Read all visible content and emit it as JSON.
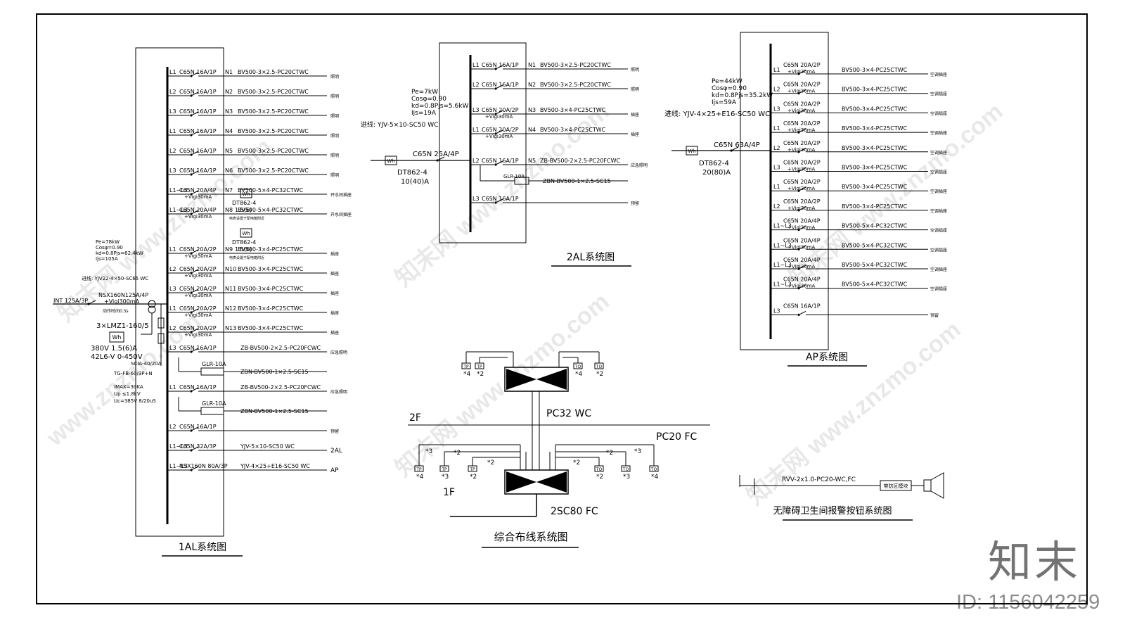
{
  "watermark": {
    "brand_cn": "知末网",
    "url": "www.znzmo.com"
  },
  "logo": {
    "brand": "知末",
    "id_label": "ID: 1156042259"
  },
  "panel_1al": {
    "title": "1AL系统图",
    "meta": {
      "pe": "Pe=78kW",
      "cos": "Cosφ=0.90",
      "kd": "kd=0.8Pjs=62.4kW",
      "ijs": "Ijs=105A",
      "feed": "进线: YJV22-4×50-SC65 WC"
    },
    "incoming": {
      "main": "INT 125A/3P",
      "breaker": "NSX160N125A/4P",
      "vigi": "+Vigi300mA",
      "delay": "动作时间0.5s",
      "ct": "3×LMZ1-160/5",
      "meter1": "380V 1.5(6)A",
      "meter2": "42L6-V 0-450V",
      "spd": "SCIA-40/20A",
      "spd2": "TG-FB-60/3P+N",
      "imax": "IMAX=30KA",
      "up": "Up ≤1.8kV",
      "uc": "Uc=385V 8/20uS",
      "wh": "Wh",
      "v": "V"
    },
    "circuits": [
      {
        "ph": "L1",
        "brk": "C65N 16A/1P",
        "vigi": "",
        "no": "N1",
        "cable": "BV500-3×2.5-PC20CTWC",
        "load": "照明"
      },
      {
        "ph": "L2",
        "brk": "C65N 16A/1P",
        "vigi": "",
        "no": "N2",
        "cable": "BV500-3×2.5-PC20CTWC",
        "load": "照明"
      },
      {
        "ph": "L3",
        "brk": "C65N 16A/1P",
        "vigi": "",
        "no": "N3",
        "cable": "BV500-3×2.5-PC20CTWC",
        "load": "照明"
      },
      {
        "ph": "L1",
        "brk": "C65N 16A/1P",
        "vigi": "",
        "no": "N4",
        "cable": "BV500-3×2.5-PC20CTWC",
        "load": "照明"
      },
      {
        "ph": "L2",
        "brk": "C65N 16A/1P",
        "vigi": "",
        "no": "N5",
        "cable": "BV500-3×2.5-PC20CTWC",
        "load": "照明"
      },
      {
        "ph": "L3",
        "brk": "C65N 16A/1P",
        "vigi": "",
        "no": "N6",
        "cable": "BV500-3×2.5-PC20CTWC",
        "load": "照明"
      },
      {
        "ph": "L1~L3",
        "brk": "C65N 20A/4P",
        "vigi": "+Vigi30mA",
        "no": "N7",
        "cable": "BV500-5×4-PC32CTWC",
        "load": "开水间插座"
      },
      {
        "ph": "L1~L3",
        "brk": "C65N 20A/4P",
        "vigi": "+Vigi30mA",
        "no": "N8",
        "cable": "BV500-5×4-PC32CTWC",
        "load": "开水间插座"
      },
      {
        "ph": "L1",
        "brk": "C65N 20A/2P",
        "vigi": "+Vigi30mA",
        "no": "N9",
        "cable": "BV500-3×4-PC25CTWC",
        "load": "插座"
      },
      {
        "ph": "L2",
        "brk": "C65N 20A/2P",
        "vigi": "+Vigi30mA",
        "no": "N10",
        "cable": "BV500-3×4-PC25CTWC",
        "load": "插座"
      },
      {
        "ph": "L3",
        "brk": "C65N 20A/2P",
        "vigi": "+Vigi30mA",
        "no": "N11",
        "cable": "BV500-3×4-PC25CTWC",
        "load": "插座"
      },
      {
        "ph": "L1",
        "brk": "C65N 20A/2P",
        "vigi": "+Vigi30mA",
        "no": "N12",
        "cable": "BV500-3×4-PC25CTWC",
        "load": "插座"
      },
      {
        "ph": "L2",
        "brk": "C65N 20A/2P",
        "vigi": "+Vigi30mA",
        "no": "N13",
        "cable": "BV500-3×4-PC25CTWC",
        "load": "插座"
      },
      {
        "ph": "L3",
        "brk": "C65N 16A/1P",
        "vigi": "",
        "no": "",
        "cable": "ZB-BV500-2×2.5-PC20FCWC",
        "load": "应急照明"
      },
      {
        "ph": "",
        "brk": "GLR-10A",
        "vigi": "",
        "no": "",
        "cable": "ZBN-BV500-1×2.5-SC15",
        "load": ""
      },
      {
        "ph": "L1",
        "brk": "C65N 16A/1P",
        "vigi": "",
        "no": "",
        "cable": "ZB-BV500-2×2.5-PC20FCWC",
        "load": "应急照明"
      },
      {
        "ph": "",
        "brk": "GLR-10A",
        "vigi": "",
        "no": "",
        "cable": "ZBN-BV500-1×2.5-SC15",
        "load": ""
      },
      {
        "ph": "L2",
        "brk": "C65N 16A/1P",
        "vigi": "",
        "no": "",
        "cable": "",
        "load": "预留"
      },
      {
        "ph": "L1~L3",
        "brk": "C65N 32A/3P",
        "vigi": "",
        "no": "",
        "cable": "YJV-5×10-SC50 WC",
        "load": "2AL"
      },
      {
        "ph": "L1~L3",
        "brk": "NSX160N 80A/3P",
        "vigi": "",
        "no": "",
        "cable": "YJV-4×25+E16-SC50 WC",
        "load": "AP"
      }
    ],
    "meter_n7": {
      "wh": "Wh",
      "type": "DT862-4",
      "rating": "1.5(6)",
      "note": "电表设置于配电箱附近"
    },
    "meter_n8": {
      "wh": "Wh",
      "type": "DT862-4",
      "rating": "1.5(6)",
      "note": "电表设置于配电箱附近"
    }
  },
  "panel_2al": {
    "title": "2AL系统图",
    "meta": {
      "pe": "Pe=7kW",
      "cos": "Cosφ=0.90",
      "kd": "kd=0.8Pjs=5.6kW",
      "ijs": "Ijs=19A",
      "feed": "进线: YJV-5×10-SC50 WC"
    },
    "incoming": {
      "breaker": "C65N 25A/4P",
      "wh": "Wh",
      "meter": "DT862-4",
      "rating": "10(40)A"
    },
    "circuits": [
      {
        "ph": "L1",
        "brk": "C65N 16A/1P",
        "vigi": "",
        "no": "N1",
        "cable": "BV500-3×2.5-PC20CTWC",
        "load": "照明"
      },
      {
        "ph": "L2",
        "brk": "C65N 16A/1P",
        "vigi": "",
        "no": "N2",
        "cable": "BV500-3×2.5-PC20CTWC",
        "load": "照明"
      },
      {
        "ph": "L3",
        "brk": "C65N 20A/2P",
        "vigi": "+Vigi30mA",
        "no": "N3",
        "cable": "BV500-3×4-PC25CTWC",
        "load": "插座"
      },
      {
        "ph": "L1",
        "brk": "C65N 20A/2P",
        "vigi": "+Vigi30mA",
        "no": "N4",
        "cable": "BV500-3×4-PC25CTWC",
        "load": "插座"
      },
      {
        "ph": "L2",
        "brk": "C65N 16A/1P",
        "vigi": "",
        "no": "N5",
        "cable": "ZB-BV500-2×2.5-PC20FCWC",
        "load": "应急照明"
      },
      {
        "ph": "",
        "brk": "GLR-10A",
        "vigi": "",
        "no": "",
        "cable": "ZBN-BV500-1×2.5-SC15",
        "load": ""
      },
      {
        "ph": "L3",
        "brk": "C65N 16A/1P",
        "vigi": "",
        "no": "",
        "cable": "",
        "load": "预留"
      }
    ]
  },
  "panel_ap": {
    "title": "AP系统图",
    "meta": {
      "pe": "Pe=44kW",
      "cos": "Cosφ=0.90",
      "kd": "kd=0.8Pjs=35.2kW",
      "ijs": "Ijs=59A",
      "feed": "进线: YJV-4×25+E16-SC50 WC"
    },
    "incoming": {
      "breaker": "C65N 63A/4P",
      "wh": "Wh",
      "meter": "DT862-4",
      "rating": "20(80)A"
    },
    "circuits": [
      {
        "ph": "L1",
        "brk": "C65N 20A/2P",
        "vigi": "+Vigi30mA",
        "cable": "BV500-3×4-PC25CTWC",
        "load": "空调插座"
      },
      {
        "ph": "L2",
        "brk": "C65N 20A/2P",
        "vigi": "+Vigi30mA",
        "cable": "BV500-3×4-PC25CTWC",
        "load": "空调插座"
      },
      {
        "ph": "L3",
        "brk": "C65N 20A/2P",
        "vigi": "+Vigi30mA",
        "cable": "BV500-3×4-PC25CTWC",
        "load": "空调插座"
      },
      {
        "ph": "L1",
        "brk": "C65N 20A/2P",
        "vigi": "+Vigi30mA",
        "cable": "BV500-3×4-PC25CTWC",
        "load": "空调插座"
      },
      {
        "ph": "L2",
        "brk": "C65N 20A/2P",
        "vigi": "+Vigi30mA",
        "cable": "BV500-3×4-PC25CTWC",
        "load": "空调插座"
      },
      {
        "ph": "L3",
        "brk": "C65N 20A/2P",
        "vigi": "+Vigi30mA",
        "cable": "BV500-3×4-PC25CTWC",
        "load": "空调插座"
      },
      {
        "ph": "L1",
        "brk": "C65N 20A/2P",
        "vigi": "+Vigi30mA",
        "cable": "BV500-3×4-PC25CTWC",
        "load": "空调插座"
      },
      {
        "ph": "L2",
        "brk": "C65N 20A/2P",
        "vigi": "+Vigi30mA",
        "cable": "BV500-3×4-PC25CTWC",
        "load": "空调插座"
      },
      {
        "ph": "L1~L3",
        "brk": "C65N 20A/4P",
        "vigi": "+Vigi30mA",
        "cable": "BV500-5×4-PC32CTWC",
        "load": "空调插座"
      },
      {
        "ph": "L1~L3",
        "brk": "C65N 20A/4P",
        "vigi": "+Vigi30mA",
        "cable": "BV500-5×4-PC32CTWC",
        "load": "空调插座"
      },
      {
        "ph": "L1~L3",
        "brk": "C65N 20A/4P",
        "vigi": "+Vigi30mA",
        "cable": "BV500-5×4-PC32CTWC",
        "load": "空调插座"
      },
      {
        "ph": "L1~L3",
        "brk": "C65N 20A/4P",
        "vigi": "+Vigi30mA",
        "cable": "BV500-5×4-PC32CTWC",
        "load": "空调插座"
      },
      {
        "ph": "L3",
        "brk": "C65N 16A/1P",
        "vigi": "",
        "cable": "",
        "load": "预留"
      }
    ]
  },
  "cabling": {
    "title": "综合布线系统图",
    "riser": "PC32 WC",
    "floor_2": "2F",
    "floor_1": "1F",
    "branch": "PC20 FC",
    "incoming": "2SC80 FC",
    "outlets_2f": [
      {
        "tag": "TP",
        "n": "*4"
      },
      {
        "tag": "TP",
        "n": "*2"
      },
      {
        "tag": "TO",
        "n": "*4"
      },
      {
        "tag": "TO",
        "n": "*2"
      }
    ],
    "outlets_1f": [
      {
        "tag": "TP",
        "n": "*3",
        "sub": "*4"
      },
      {
        "tag": "TP",
        "n": "*2",
        "sub": "*3"
      },
      {
        "tag": "TP",
        "n": "*2",
        "sub": "*2"
      },
      {
        "tag": "TO",
        "n": "*2",
        "sub": "*2"
      },
      {
        "tag": "TO",
        "n": "*2",
        "sub": "*3"
      },
      {
        "tag": "TO",
        "n": "*3",
        "sub": "*4"
      }
    ],
    "mid_tags": [
      "*3",
      "*2",
      "*2",
      "*2",
      "*2",
      "*3"
    ]
  },
  "alarm": {
    "title": "无障碍卫生间报警按钮系统图",
    "cable": "RVV-2x1.0-PC20-WC,FC",
    "module": "带防区模块"
  }
}
